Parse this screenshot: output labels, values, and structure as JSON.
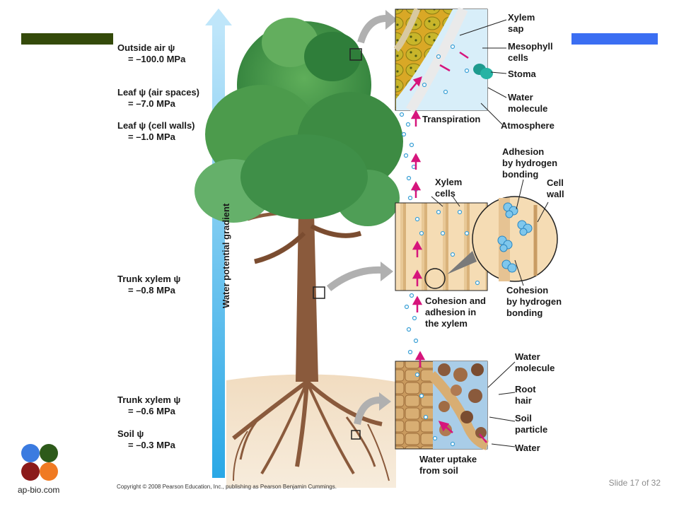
{
  "header": {
    "left_bar_color": "#344a0a",
    "right_bar_color": "#3b6ef2"
  },
  "water_potential": {
    "outside_air_label": "Outside air ψ",
    "outside_air_value": "= –100.0 MPa",
    "leaf_air_label": "Leaf ψ (air spaces)",
    "leaf_air_value": "= –7.0 MPa",
    "leaf_wall_label": "Leaf ψ (cell walls)",
    "leaf_wall_value": "= –1.0 MPa",
    "trunk_upper_label": "Trunk xylem ψ",
    "trunk_upper_value": "= –0.8 MPa",
    "trunk_lower_label": "Trunk xylem ψ",
    "trunk_lower_value": "= –0.6 MPa",
    "soil_label": "Soil ψ",
    "soil_value": "= –0.3 MPa"
  },
  "gradient_arrow": {
    "label": "Water potential gradient",
    "color": "#5cc3f0"
  },
  "top_inset": {
    "xylem_sap": [
      "Xylem",
      "sap"
    ],
    "mesophyll": [
      "Mesophyll",
      "cells"
    ],
    "stoma": "Stoma",
    "water_molecule": [
      "Water",
      "molecule"
    ],
    "atmosphere": "Atmosphere",
    "transpiration": "Transpiration"
  },
  "middle_inset": {
    "adhesion": [
      "Adhesion",
      "by hydrogen",
      "bonding"
    ],
    "cell_wall": [
      "Cell",
      "wall"
    ],
    "xylem_cells": [
      "Xylem",
      "cells"
    ],
    "cohesion": [
      "Cohesion",
      "by hydrogen",
      "bonding"
    ],
    "caption": [
      "Cohesion and",
      "adhesion in",
      "the xylem"
    ]
  },
  "bottom_inset": {
    "water_molecule": [
      "Water",
      "molecule"
    ],
    "root_hair": [
      "Root",
      "hair"
    ],
    "soil_particle": [
      "Soil",
      "particle"
    ],
    "water": "Water",
    "caption": [
      "Water uptake",
      "from soil"
    ]
  },
  "footer": {
    "copyright": "Copyright © 2008 Pearson Education, Inc., publishing as Pearson Benjamin Cummings.",
    "slide_number": "Slide 17 of 32",
    "logo_text": "ap-bio.com",
    "logo_colors": [
      "#3b7be0",
      "#2d5a1a",
      "#8b1a1a",
      "#f07a22"
    ]
  }
}
